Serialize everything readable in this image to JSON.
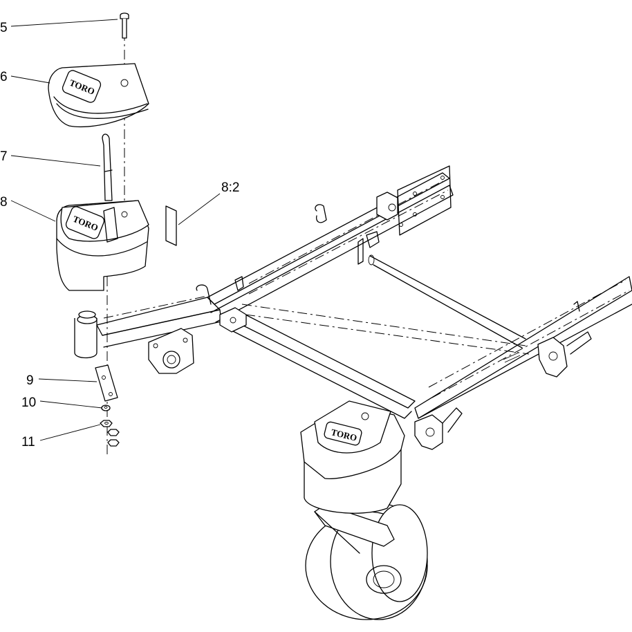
{
  "callouts": [
    {
      "id": "5",
      "text": "5"
    },
    {
      "id": "6",
      "text": "6"
    },
    {
      "id": "7",
      "text": "7"
    },
    {
      "id": "8",
      "text": "8"
    },
    {
      "id": "8-2",
      "text": "8:2"
    },
    {
      "id": "9",
      "text": "9"
    },
    {
      "id": "10",
      "text": "10"
    },
    {
      "id": "11",
      "text": "11"
    }
  ],
  "brand_logos": [
    "TORO",
    "TORO",
    "TORO"
  ]
}
